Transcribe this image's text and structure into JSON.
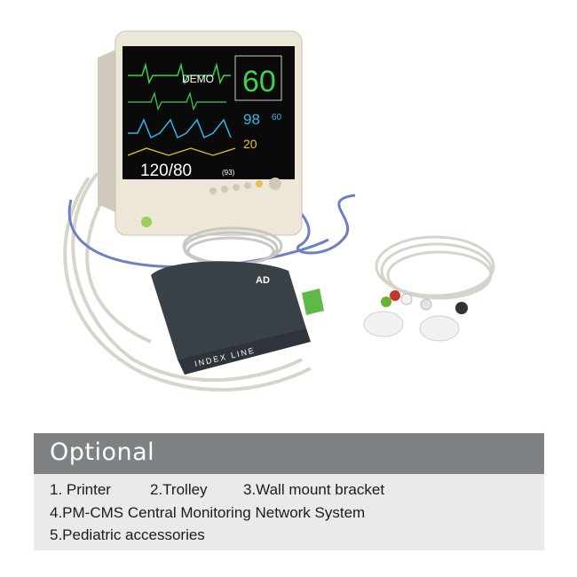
{
  "monitor": {
    "demo_label": "DEMO",
    "hr_value": "60",
    "spo2_value": "98",
    "pr_value": "60",
    "resp_value": "20",
    "nibp_value": "120/80",
    "map_value": "(93)"
  },
  "cuff": {
    "brand_text": "AD",
    "index_text": "INDEX LINE"
  },
  "banner": {
    "title": "Optional"
  },
  "options": {
    "item1": "1. Printer",
    "item2": "2.Trolley",
    "item3": "3.Wall mount bracket",
    "item4": "4.PM-CMS Central Monitoring Network System",
    "item5": "5.Pediatric accessories"
  }
}
